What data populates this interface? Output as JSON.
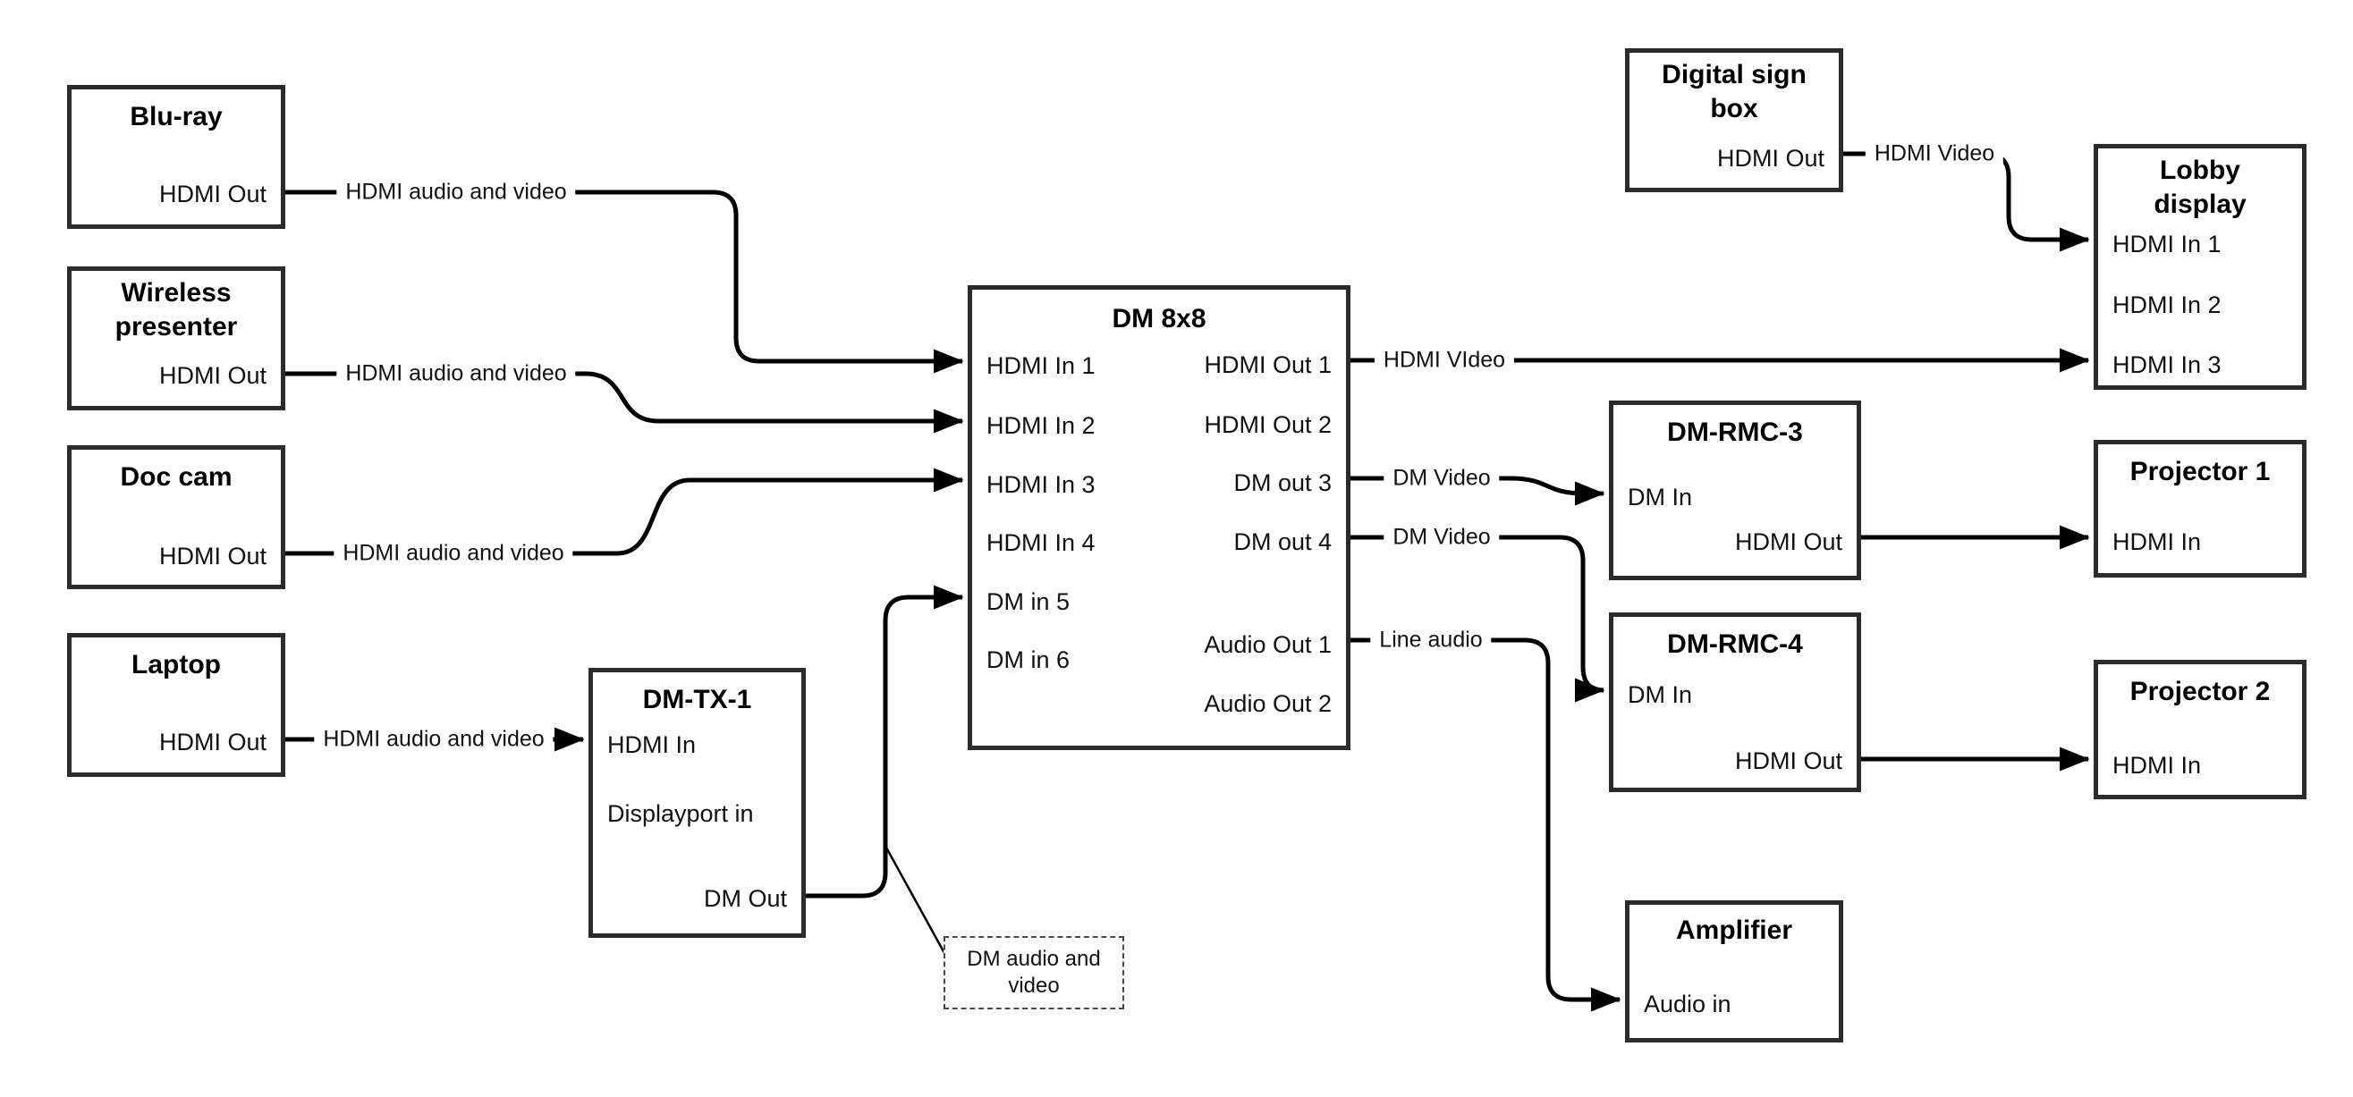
{
  "canvas": {
    "background": "#ffffff",
    "line_color": "#000000",
    "box_border_color": "#2b2b2b"
  },
  "nodes": {
    "bluray": {
      "title": "Blu-ray",
      "ports": [
        "HDMI Out"
      ]
    },
    "wireless": {
      "title": "Wireless\npresenter",
      "ports": [
        "HDMI Out"
      ]
    },
    "doccam": {
      "title": "Doc cam",
      "ports": [
        "HDMI Out"
      ]
    },
    "laptop": {
      "title": "Laptop",
      "ports": [
        "HDMI Out"
      ]
    },
    "dmtx1": {
      "title": "DM-TX-1",
      "ports": [
        "HDMI In",
        "Displayport in",
        "DM Out"
      ]
    },
    "dm8x8": {
      "title": "DM 8x8",
      "left_ports": [
        "HDMI In 1",
        "HDMI In 2",
        "HDMI In 3",
        "HDMI In 4",
        "DM in 5",
        "DM in 6"
      ],
      "right_ports": [
        "HDMI Out 1",
        "HDMI Out 2",
        "DM out 3",
        "DM out 4",
        "Audio Out 1",
        "Audio Out 2"
      ]
    },
    "signbox": {
      "title": "Digital sign\nbox",
      "ports": [
        "HDMI Out"
      ]
    },
    "lobby": {
      "title": "Lobby\ndisplay",
      "ports": [
        "HDMI In 1",
        "HDMI In 2",
        "HDMI In 3"
      ]
    },
    "rmc3": {
      "title": "DM-RMC-3",
      "ports": [
        "DM In",
        "HDMI Out"
      ]
    },
    "proj1": {
      "title": "Projector 1",
      "ports": [
        "HDMI In"
      ]
    },
    "rmc4": {
      "title": "DM-RMC-4",
      "ports": [
        "DM In",
        "HDMI Out"
      ]
    },
    "proj2": {
      "title": "Projector 2",
      "ports": [
        "HDMI In"
      ]
    },
    "amp": {
      "title": "Amplifier",
      "ports": [
        "Audio in"
      ]
    }
  },
  "wire_labels": {
    "bluray_to_dm8x8": "HDMI audio and video",
    "wireless_to_dm8x8": "HDMI audio and video",
    "doccam_to_dm8x8": "HDMI audio and video",
    "laptop_to_dmtx1": "HDMI audio and video",
    "hdmi_out1": "HDMI VIdeo",
    "dm_out3": "DM Video",
    "dm_out4": "DM Video",
    "audio_out1": "Line audio",
    "signbox_to_lobby": "HDMI Video",
    "callout": "DM audio and\nvideo"
  }
}
